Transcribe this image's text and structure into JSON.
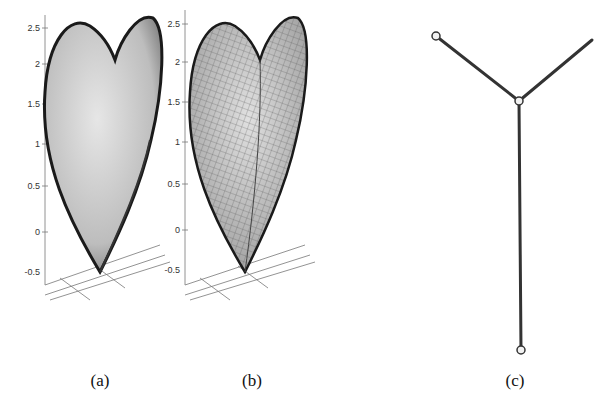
{
  "diagram": {
    "labels": [
      "2.5",
      "2",
      "1.5",
      "1",
      "0.5",
      "0",
      "-0.5",
      "2.5",
      "2",
      "1.5",
      "1",
      "0.5",
      "0",
      "-0.5",
      "(a)",
      "(b)",
      "(c)"
    ]
  }
}
